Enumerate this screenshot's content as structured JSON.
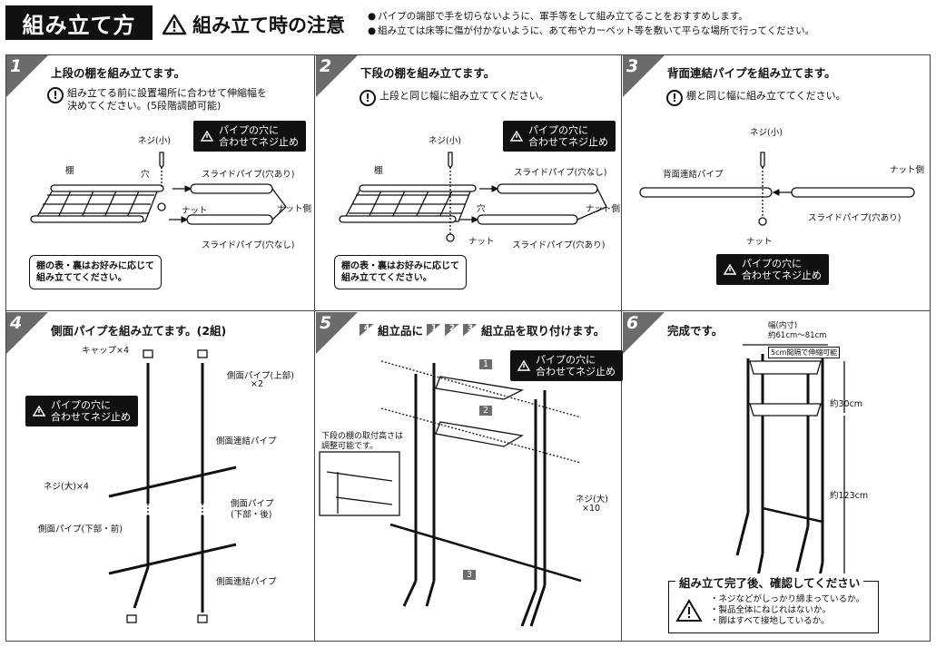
{
  "header": {
    "title": "組み立て方",
    "caution": "組み立て時の注意",
    "notes": [
      "パイプの端部で手を切らないように、軍手等をして組み立てることをおすすめします。",
      "組み立ては床等に傷が付かないように、あて布やカーペット等を敷いて平らな場所で行ってください。"
    ]
  },
  "steps": [
    {
      "num": "1",
      "title": "上段の棚を組み立てます。",
      "warning": [
        "組み立てる前に設置場所に合わせて伸縮幅を",
        "決めてください。(5段階調節可能)"
      ],
      "callout": [
        "パイプの穴に",
        "合わせてネジ止め"
      ],
      "labels": {
        "screw": "ネジ(小)",
        "shelf": "棚",
        "hole": "穴",
        "slide_with_hole": "スライドパイプ(穴あり)",
        "nut": "ナット",
        "nut_side": "ナット側",
        "slide_no_hole": "スライドパイプ(穴なし)"
      },
      "note": [
        "棚の表・裏はお好みに応じて",
        "組み立ててください。"
      ]
    },
    {
      "num": "2",
      "title": "下段の棚を組み立てます。",
      "warning": [
        "上段と同じ幅に組み立ててください。"
      ],
      "callout": [
        "パイプの穴に",
        "合わせてネジ止め"
      ],
      "labels": {
        "screw": "ネジ(小)",
        "shelf": "棚",
        "slide_no_hole": "スライドパイプ(穴なし)",
        "nut_side": "ナット側",
        "hole": "穴",
        "nut": "ナット",
        "slide_with_hole": "スライドパイプ(穴あり)"
      },
      "note": [
        "棚の表・裏はお好みに応じて",
        "組み立ててください。"
      ]
    },
    {
      "num": "3",
      "title": "背面連結パイプを組み立てます。",
      "warning": [
        "棚と同じ幅に組み立ててください。"
      ],
      "callout": [
        "パイプの穴に",
        "合わせてネジ止め"
      ],
      "labels": {
        "screw": "ネジ(小)",
        "nut_side": "ナット側",
        "back_pipe": "背面連結パイプ",
        "slide_with_hole": "スライドパイプ(穴あり)",
        "nut": "ナット"
      }
    },
    {
      "num": "4",
      "title": "側面パイプを組み立てます。(2組)",
      "callout": [
        "パイプの穴に",
        "合わせてネジ止め"
      ],
      "labels": {
        "cap": "キャップ×4",
        "side_upper": "側面パイプ(上部)",
        "side_upper_qty": "×2",
        "side_link_1": "側面連結パイプ",
        "screw_large": "ネジ(大)×4",
        "side_lower_front": "側面パイプ(下部・前)",
        "side_lower_back_1": "側面パイプ",
        "side_lower_back_2": "(下部・後)",
        "side_link_2": "側面連結パイプ"
      }
    },
    {
      "num": "5",
      "title_pre": "組立品に",
      "title_post": "組立品を取り付けます。",
      "title_badges": [
        "4",
        "1",
        "2",
        "3"
      ],
      "callout": [
        "パイプの穴に",
        "合わせてネジ止め"
      ],
      "inset_note": [
        "下段の棚の取付高さは",
        "調整可能です。"
      ],
      "labels": {
        "screw_large": "ネジ(大)",
        "screw_qty": "×10",
        "badge1": "1",
        "badge2": "2",
        "badge3": "3"
      }
    },
    {
      "num": "6",
      "title": "完成です。",
      "dims": {
        "width_label": "幅",
        "inner": "(内寸)",
        "width_range": "約61cm〜81cm",
        "step_note": "5cm間隔で伸縮可能",
        "h1": "約30cm",
        "h2": "約123cm"
      },
      "check": {
        "title": "組み立て完了後、確認してください",
        "items": [
          "ネジなどがしっかり締まっているか。",
          "製品全体にねじれはないか。",
          "脚はすべて接地しているか。"
        ]
      }
    }
  ],
  "colors": {
    "ink": "#111111",
    "rule": "#444444",
    "badge": "#6b6b6b"
  }
}
